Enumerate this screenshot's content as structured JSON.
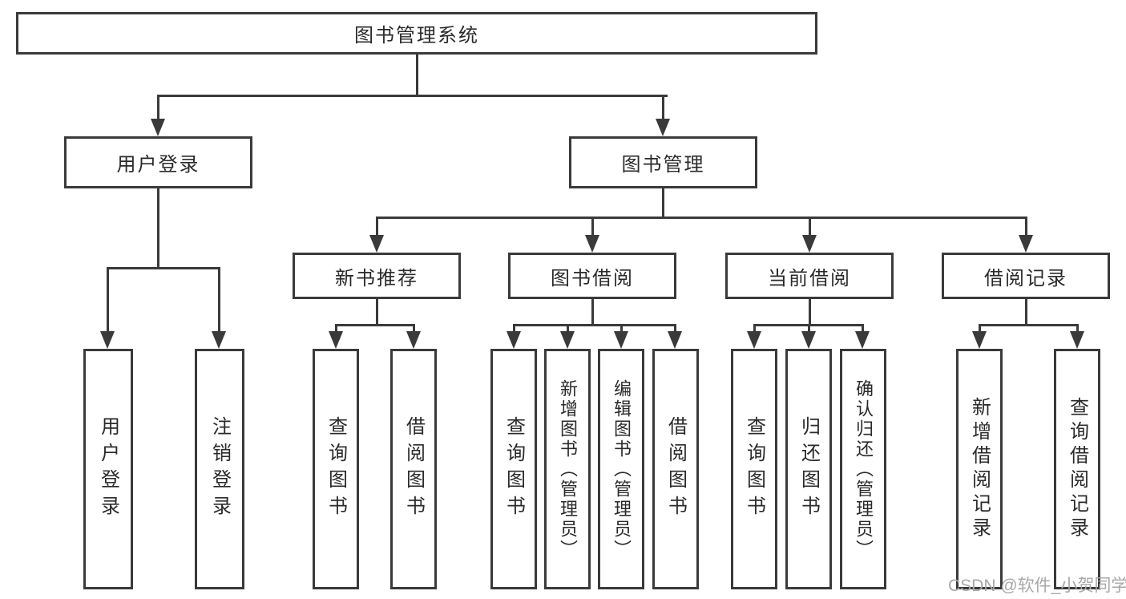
{
  "tree": {
    "root": {
      "label": "图书管理系统"
    },
    "user_login": {
      "label": "用户登录",
      "children": [
        {
          "label": "用户登录"
        },
        {
          "label": "注销登录"
        }
      ]
    },
    "book_management": {
      "label": "图书管理",
      "children": {
        "new_book_recommend": {
          "label": "新书推荐",
          "children": [
            {
              "label": "查询图书"
            },
            {
              "label": "借阅图书"
            }
          ]
        },
        "book_borrow": {
          "label": "图书借阅",
          "children": [
            {
              "label": "查询图书"
            },
            {
              "label": "新增图书（管理员）"
            },
            {
              "label": "编辑图书（管理员）"
            },
            {
              "label": "借阅图书"
            }
          ]
        },
        "current_borrow": {
          "label": "当前借阅",
          "children": [
            {
              "label": "查询图书"
            },
            {
              "label": "归还图书"
            },
            {
              "label": "确认归还（管理员）"
            }
          ]
        },
        "borrow_records": {
          "label": "借阅记录",
          "children": [
            {
              "label": "新增借阅记录"
            },
            {
              "label": "查询借阅记录"
            }
          ]
        }
      }
    }
  },
  "watermark": {
    "text": "CSDN @软件_小贺同学"
  },
  "colors": {
    "line": "#3a3a3a",
    "text": "#2a2a2a",
    "watermark": "#a8a8a8",
    "background": "#ffffff"
  }
}
